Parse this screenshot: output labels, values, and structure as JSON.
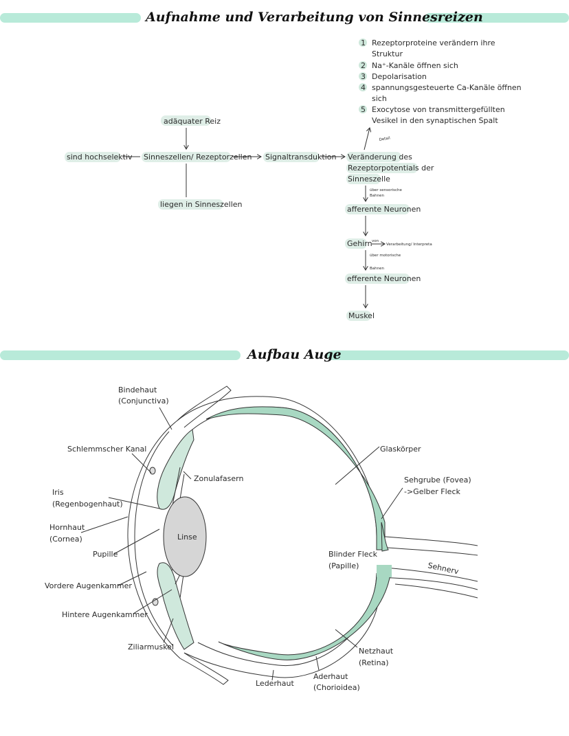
{
  "section1": {
    "title": "Aufnahme und Verarbeitung von Sinnesreizen",
    "nodes": {
      "reiz": "adäquater Reiz",
      "hochselektiv": "sind hochselektiv",
      "sinneszellen": "Sinneszellen/ Rezeptorzellen",
      "liegen": "liegen in Sinneszellen",
      "signal": "Signaltransduktion",
      "veraenderung": [
        "Veränderung des",
        "Rezeptorpotentials der",
        "Sinneszelle"
      ],
      "afferent": "afferente Neuronen",
      "gehirn": "Gehirn",
      "efferent": "efferente Neuronen",
      "muskel": "Muskel"
    },
    "detail_label": "Detail",
    "edge_labels": {
      "sensorische": [
        "über sensorische",
        "Bahnen"
      ],
      "verarbeitung": "Verarbeitung/ Interpreta",
      "motorische": [
        "über motorische",
        "Bahnen"
      ]
    },
    "steps": [
      {
        "num": "1",
        "lines": [
          "Rezeptorproteine verändern ihre",
          "Struktur"
        ]
      },
      {
        "num": "2",
        "lines": [
          "Na⁺-Kanäle öffnen sich"
        ]
      },
      {
        "num": "3",
        "lines": [
          "Depolarisation"
        ]
      },
      {
        "num": "4",
        "lines": [
          "spannungsgesteuerte Ca-Kanäle öffnen",
          "sich"
        ]
      },
      {
        "num": "5",
        "lines": [
          "Exocytose von transmittergefüllten",
          "Vesikel in den synaptischen Spalt"
        ]
      }
    ]
  },
  "section2": {
    "title": "Aufbau Auge",
    "labels": {
      "bindehaut": [
        "Bindehaut",
        "(Conjunctiva)"
      ],
      "schlemm": "Schlemmscher Kanal",
      "zonula": "Zonulafasern",
      "iris": [
        "Iris",
        "(Regenbogenhaut)"
      ],
      "hornhaut": [
        "Hornhaut",
        "(Cornea)"
      ],
      "pupille": "Pupille",
      "linse": "Linse",
      "vordere": "Vordere Augenkammer",
      "hintere": "Hintere Augenkammer",
      "ziliar": "Ziliarmuskel",
      "lederhaut": "Lederhaut",
      "aderhaut": [
        "Aderhaut",
        "(Chorioidea)"
      ],
      "netzhaut": [
        "Netzhaut",
        "(Retina)"
      ],
      "blinder": [
        "Blinder Fleck",
        "(Papille)"
      ],
      "sehnerv": "Sehnerv",
      "sehgrube": [
        "Sehgrube (Fovea)",
        "->Gelber Fleck"
      ],
      "glaskoerper": "Glaskörper"
    }
  },
  "colors": {
    "accent": "#b8ead9",
    "highlight": "#dfeee7",
    "retina": "#a8d8c2"
  }
}
